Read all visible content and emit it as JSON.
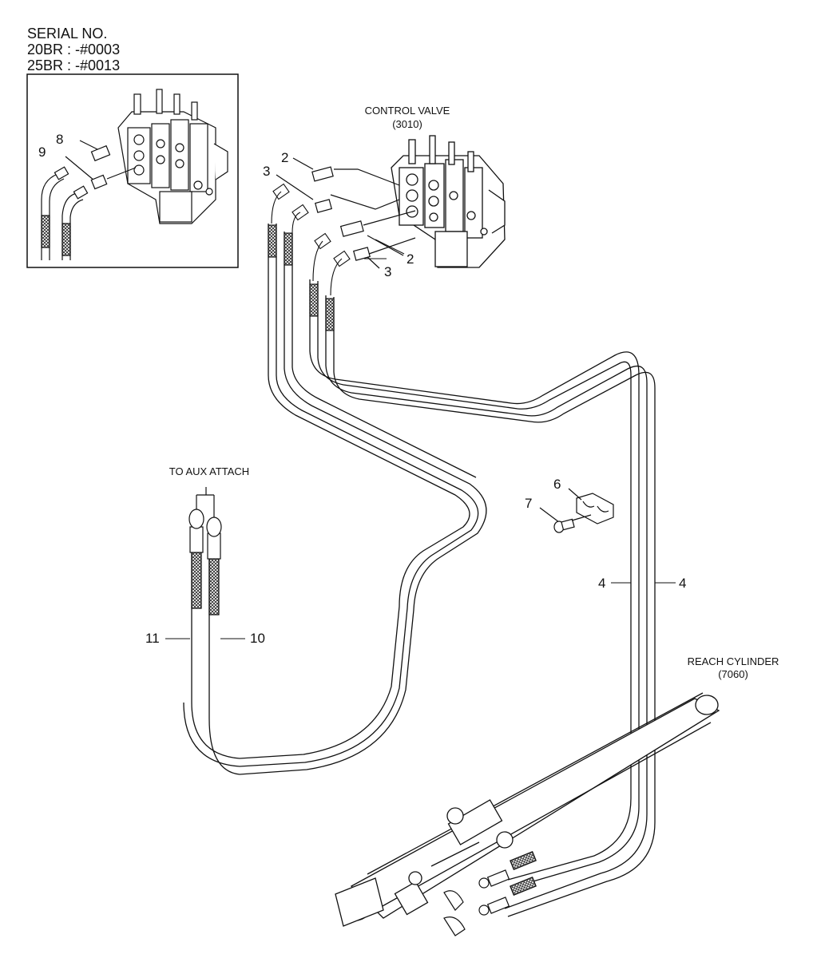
{
  "serial": {
    "heading": "SERIAL NO.",
    "line1": "20BR : -#0003",
    "line2": "25BR : -#0013"
  },
  "labels": {
    "control_valve": "CONTROL VALVE",
    "control_valve_code": "(3010)",
    "to_aux_attach": "TO AUX ATTACH",
    "reach_cylinder": "REACH CYLINDER",
    "reach_cylinder_code": "(7060)"
  },
  "callouts": {
    "c2a": "2",
    "c3a": "3",
    "c2b": "2",
    "c3b": "3",
    "c8": "8",
    "c9": "9",
    "c6": "6",
    "c7": "7",
    "c4a": "4",
    "c4b": "4",
    "c11": "11",
    "c10": "10"
  }
}
